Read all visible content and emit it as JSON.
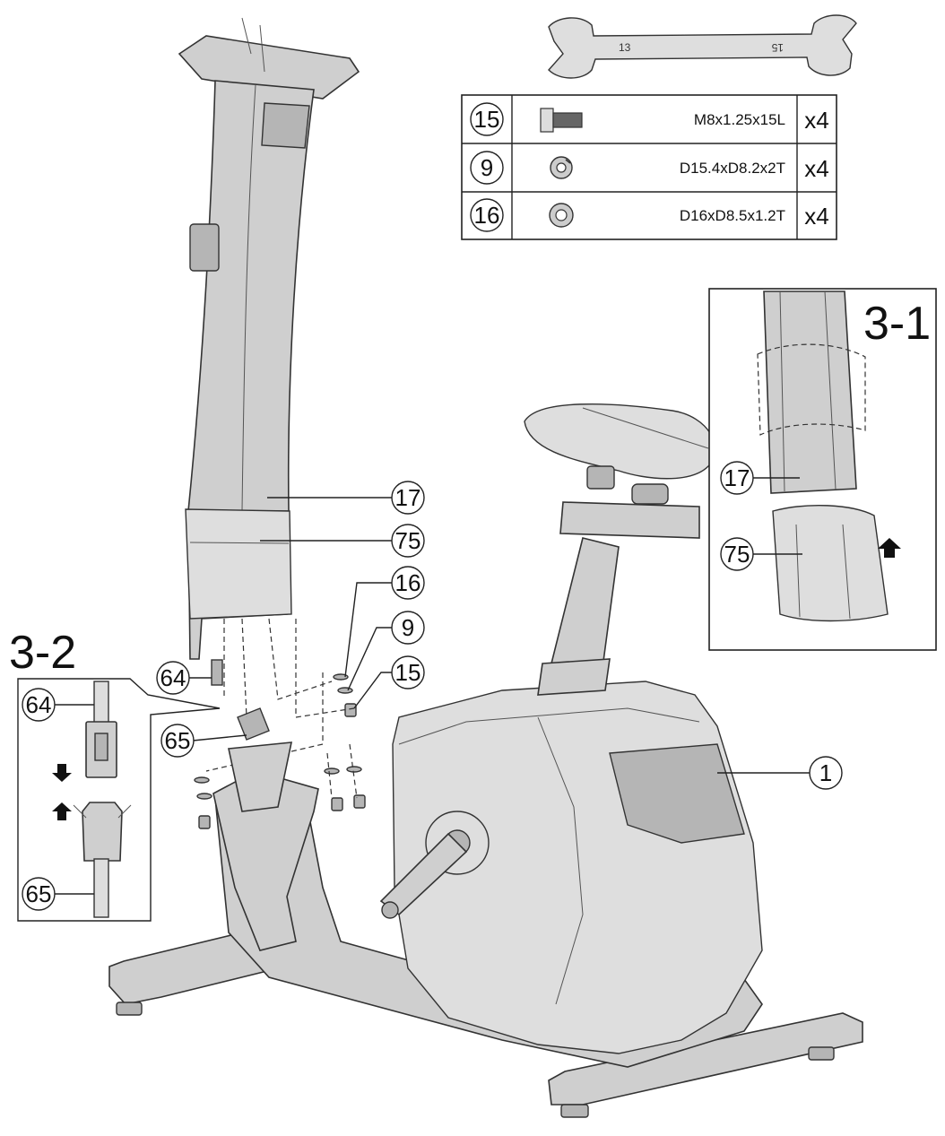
{
  "wrench": {
    "size_a": "13",
    "size_b": "15"
  },
  "hardware_table": {
    "rows": [
      {
        "part_no": "15",
        "icon": "bolt-icon",
        "spec": "M8x1.25x15L",
        "qty": "x4"
      },
      {
        "part_no": "9",
        "icon": "split-washer-icon",
        "spec": "D15.4xD8.2x2T",
        "qty": "x4"
      },
      {
        "part_no": "16",
        "icon": "flat-washer-icon",
        "spec": "D16xD8.5x1.2T",
        "qty": "x4"
      }
    ]
  },
  "main_callouts": {
    "c17": "17",
    "c75": "75",
    "c16": "16",
    "c9": "9",
    "c15": "15",
    "c64": "64",
    "c65": "65",
    "c1": "1"
  },
  "detail_3_1": {
    "title": "3-1",
    "c17": "17",
    "c75": "75"
  },
  "detail_3_2": {
    "title": "3-2",
    "c64": "64",
    "c65": "65"
  },
  "colors": {
    "part_fill": "#cfcfcf",
    "line": "#333333",
    "background": "#ffffff"
  }
}
